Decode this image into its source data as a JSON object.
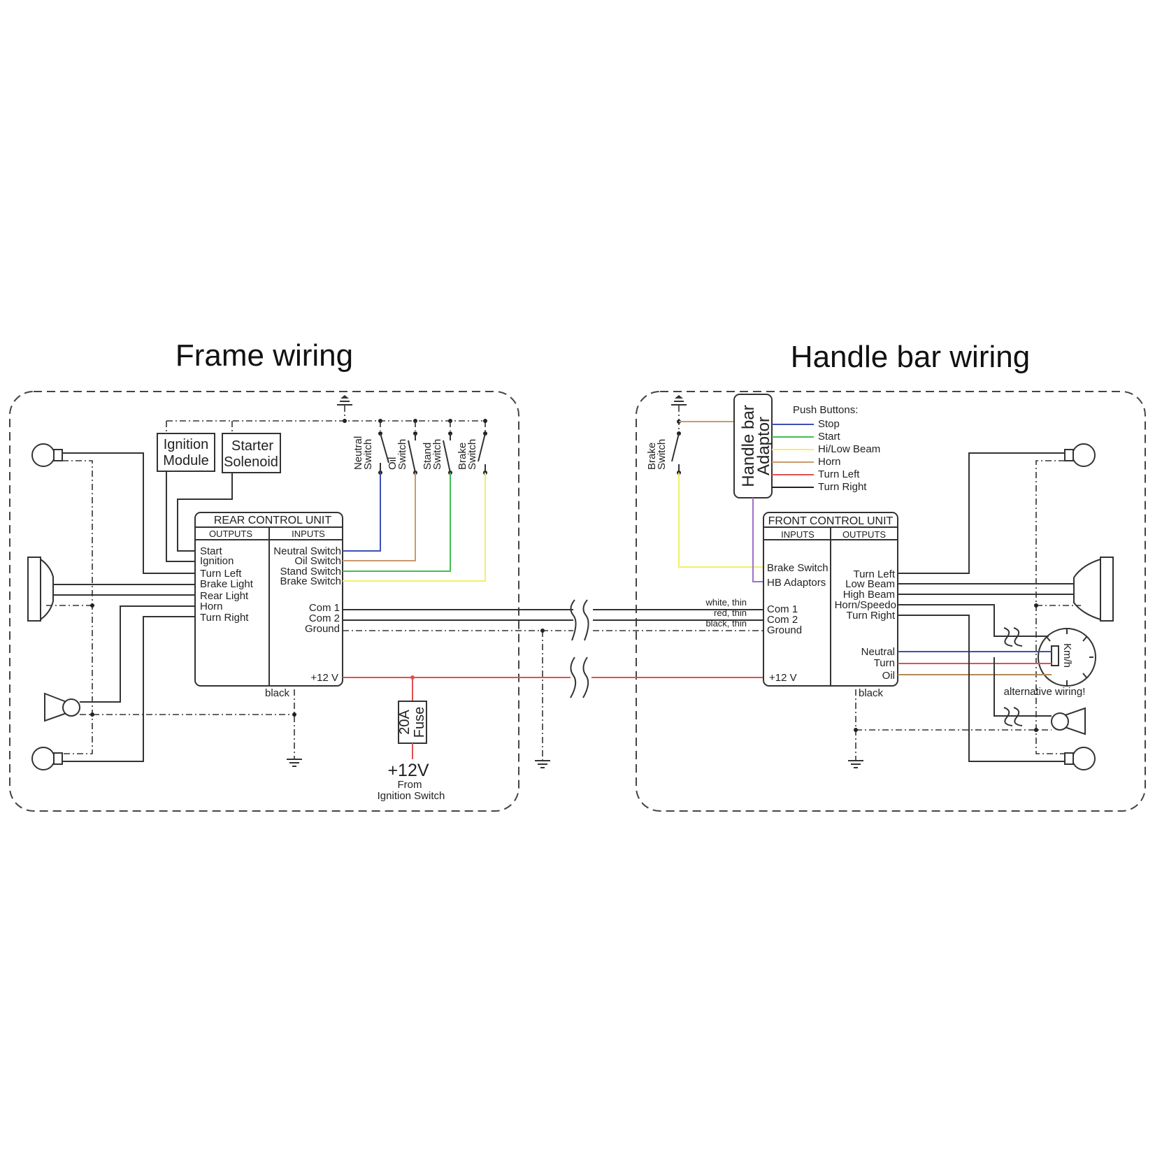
{
  "titles": {
    "frame": "Frame wiring",
    "handlebar": "Handle bar wiring"
  },
  "frame": {
    "ignition_module": [
      "Ignition",
      "Module"
    ],
    "starter_solenoid": [
      "Starter",
      "Solenoid"
    ],
    "switches": [
      [
        "Neutral",
        "Switch"
      ],
      [
        "Oil",
        "Switch"
      ],
      [
        "Stand",
        "Switch"
      ],
      [
        "Brake",
        "Switch"
      ]
    ],
    "rear_unit": {
      "title": "REAR CONTROL UNIT",
      "outputs_header": "OUTPUTS",
      "inputs_header": "INPUTS",
      "outputs": [
        "Start",
        "Ignition",
        "Turn Left",
        "Brake Light",
        "Rear Light",
        "Horn",
        "Turn Right"
      ],
      "inputs": [
        "Neutral Switch",
        "Oil Switch",
        "Stand Switch",
        "Brake Switch"
      ],
      "bus": [
        "Com 1",
        "Com 2",
        "Ground"
      ],
      "power": "+12 V",
      "ground_label": "black"
    },
    "fuse": [
      "20A",
      "Fuse"
    ],
    "supply": {
      "voltage": "+12V",
      "source": [
        "From",
        "Ignition Switch"
      ]
    }
  },
  "handlebar": {
    "adaptor": [
      "Handle bar",
      "Adaptor"
    ],
    "brake_switch": [
      "Brake",
      "Switch"
    ],
    "push_buttons": {
      "title": "Push Buttons:",
      "items": [
        {
          "label": "Stop",
          "color": "#3b4fb5"
        },
        {
          "label": "Start",
          "color": "#3fbf4f"
        },
        {
          "label": "Hi/Low Beam",
          "color": "#f2ee6a"
        },
        {
          "label": "Horn",
          "color": "#c99a6b"
        },
        {
          "label": "Turn Left",
          "color": "#e05050"
        },
        {
          "label": "Turn Right",
          "color": "#222222"
        }
      ]
    },
    "front_unit": {
      "title": "FRONT CONTROL UNIT",
      "inputs_header": "INPUTS",
      "outputs_header": "OUTPUTS",
      "inputs": [
        "Brake Switch",
        "HB Adaptors"
      ],
      "bus": [
        "Com 1",
        "Com 2",
        "Ground"
      ],
      "power": "+12 V",
      "outputs": [
        "Turn Left",
        "Low Beam",
        "High Beam",
        "Horn/Speedo",
        "Turn Right"
      ],
      "gauge_outputs": [
        "Neutral",
        "Turn",
        "Oil"
      ],
      "ground_label": "black"
    },
    "speedo_unit": "Km/h",
    "alt_note": "alternative wiring!"
  },
  "bus_wires": [
    "white, thin",
    "red, thin",
    "black, thin"
  ],
  "colors": {
    "neutral": "#3b4fb5",
    "oil": "#c99a6b",
    "stand": "#3fbf4f",
    "brake": "#f2ee6a",
    "power": "#e05050",
    "adaptor": "#a070c8",
    "speedo_oil": "#b08a5a"
  }
}
